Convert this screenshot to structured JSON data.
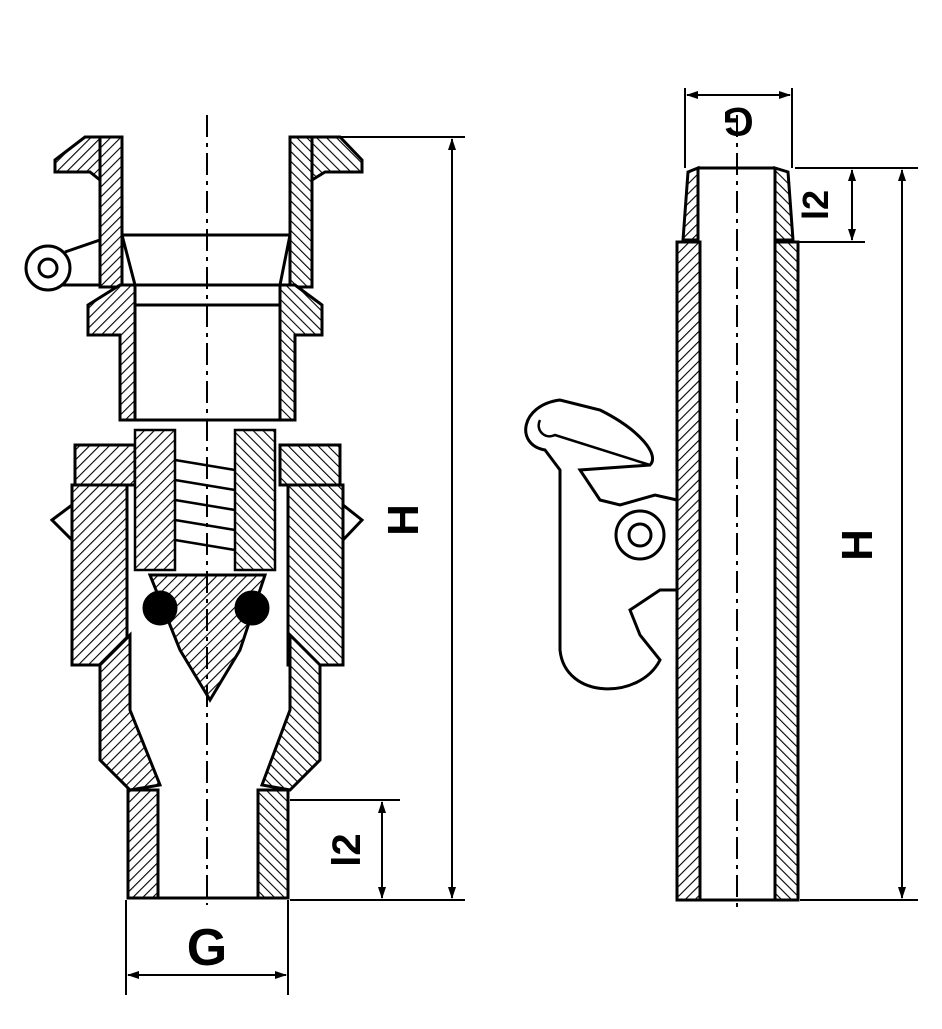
{
  "colors": {
    "ink": "#000000",
    "paper": "#ffffff"
  },
  "left_view": {
    "label_H": "H",
    "label_l2": "l2",
    "label_G": "G"
  },
  "right_view": {
    "label_H": "H",
    "label_l2": "l2",
    "label_G": "G"
  }
}
